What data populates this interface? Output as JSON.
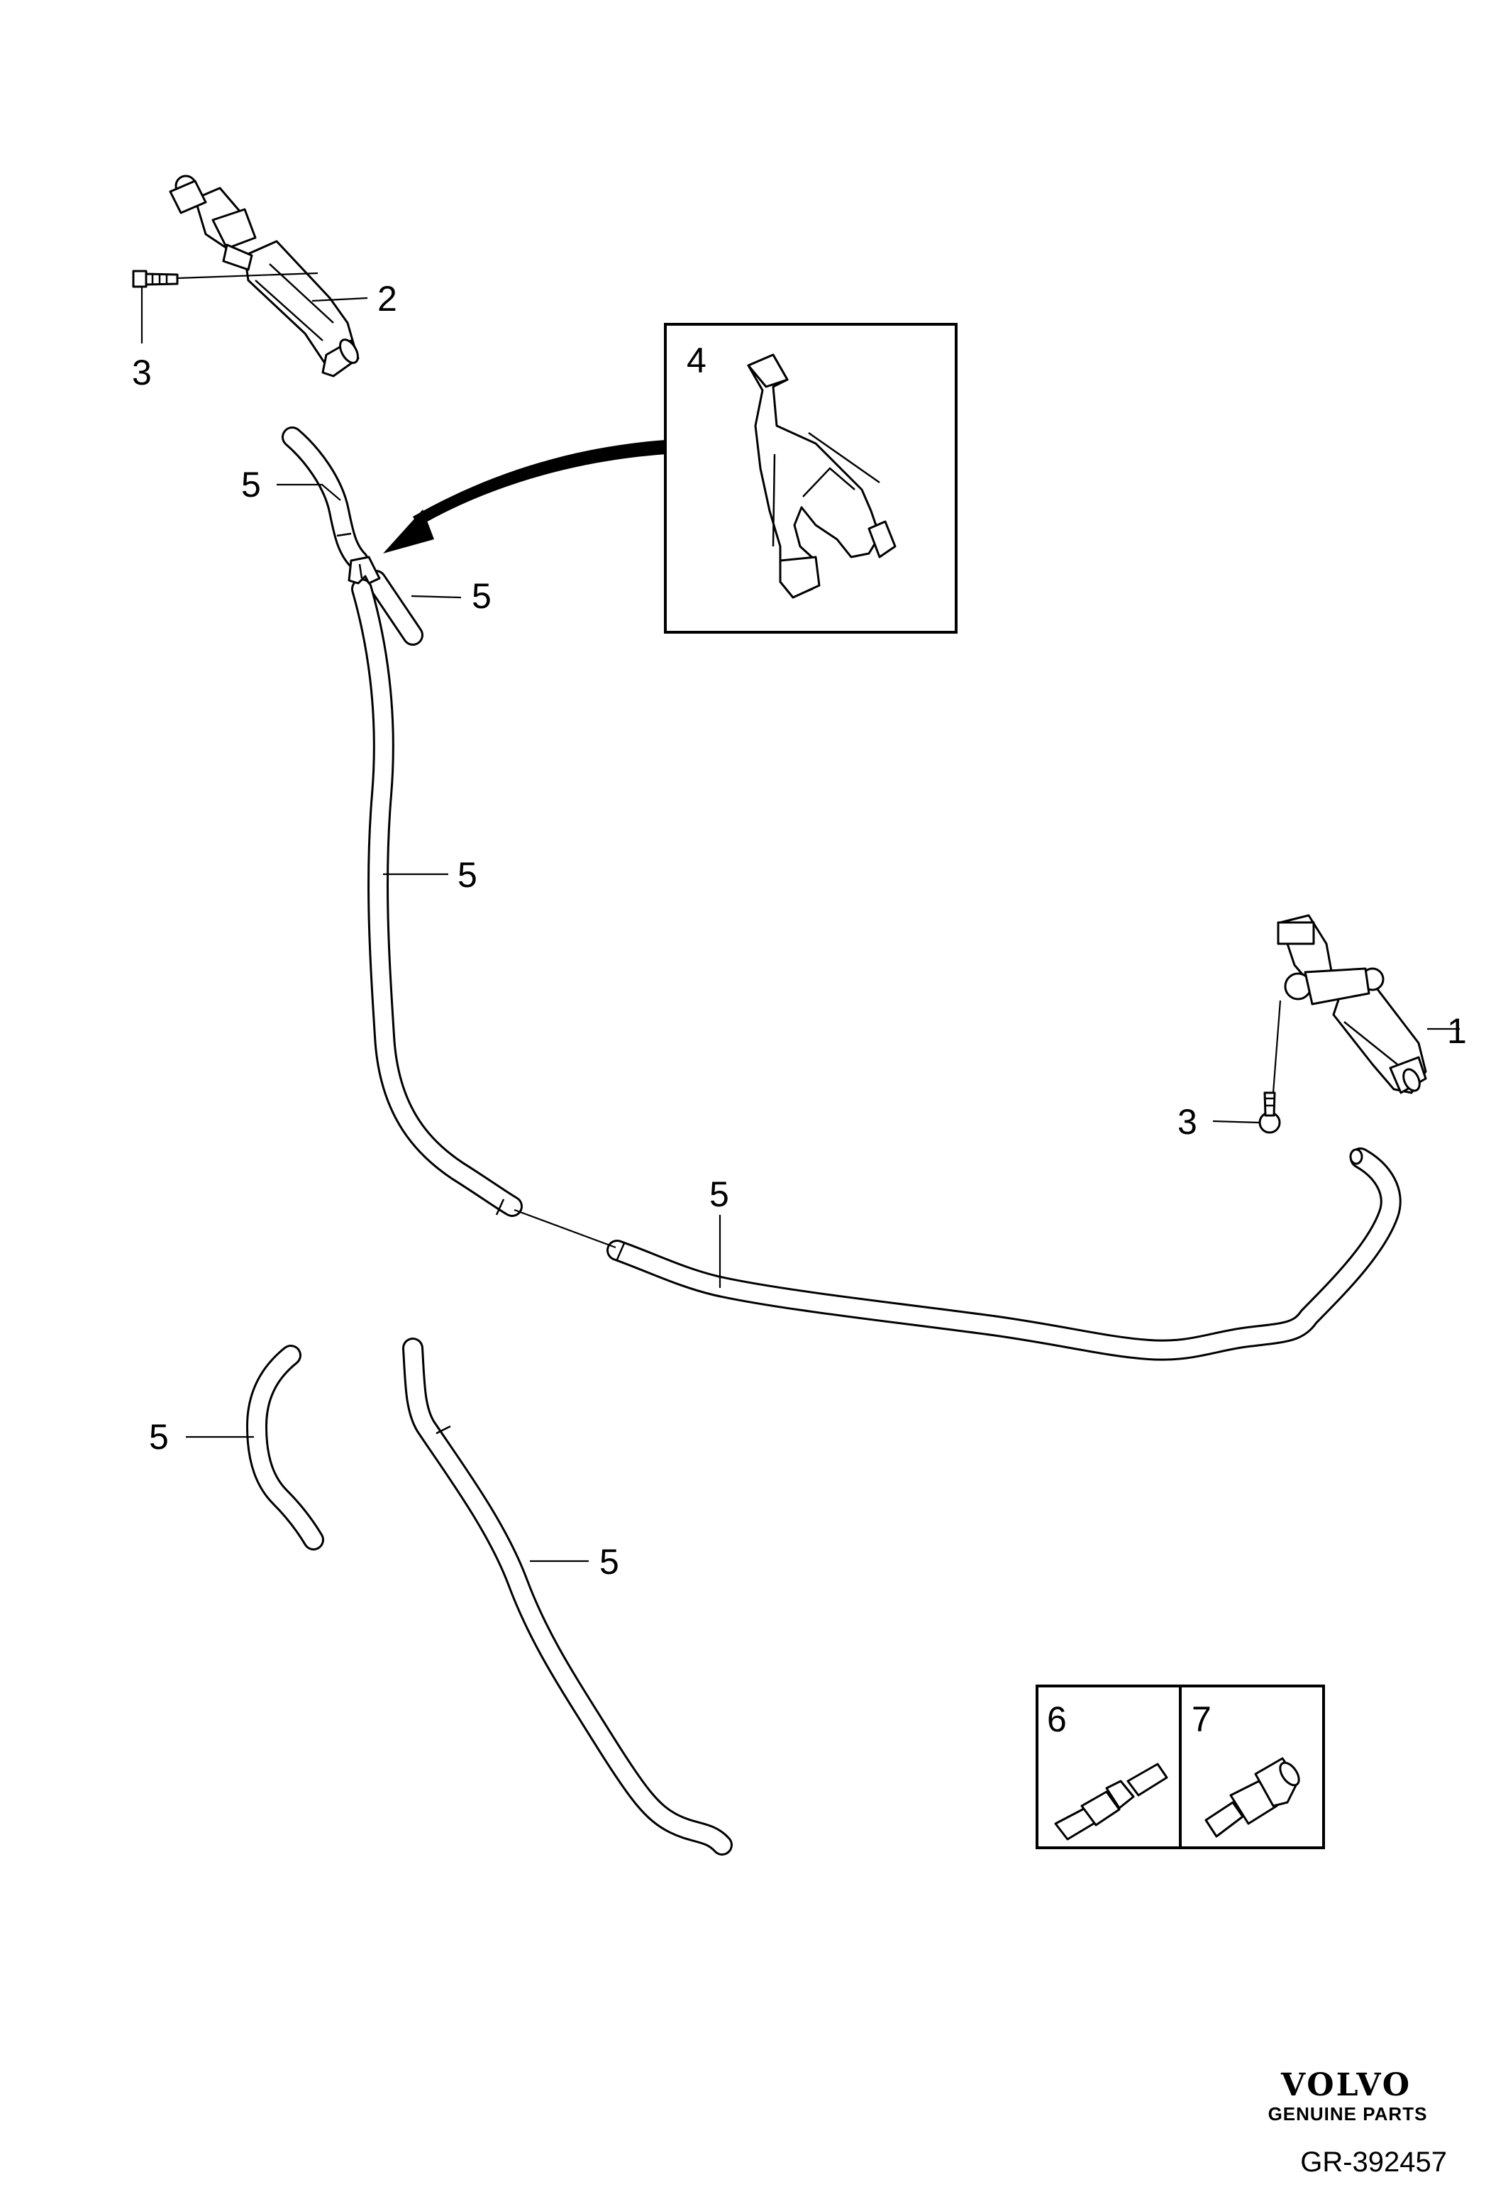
{
  "diagram": {
    "callouts": {
      "nozzle_right": "1",
      "nozzle_left": "2",
      "screw_left": "3",
      "screw_right": "3",
      "hose_top": "5",
      "hose_branch": "5",
      "hose_vertical": "5",
      "hose_horizontal": "5",
      "hose_small_bottom": "5",
      "hose_long_bottom": "5"
    },
    "inset_connector": {
      "callout": "4"
    },
    "inset_fittings": {
      "left_callout": "6",
      "right_callout": "7"
    }
  },
  "branding": {
    "brand_name": "VOLVO",
    "brand_tagline": "GENUINE PARTS",
    "reference_code": "GR-392457"
  }
}
